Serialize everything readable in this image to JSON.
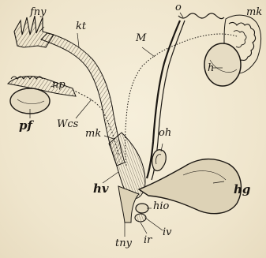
{
  "labels": {
    "fny_top": "fny",
    "kt": "kt",
    "o": "o",
    "mk_top": "mk",
    "M": "M",
    "h": "h",
    "np": "np",
    "pf": "pf",
    "wcs": "Wcs",
    "mk_mid": "mk",
    "oh": "oh",
    "hv": "hv",
    "hg": "hg",
    "hio": "hio",
    "iv": "iv",
    "ir": "ir",
    "tny": "tny"
  },
  "colors": {
    "ink": "#1b1712",
    "paper": "#f2ead4",
    "fill": "#ddd2b6"
  }
}
